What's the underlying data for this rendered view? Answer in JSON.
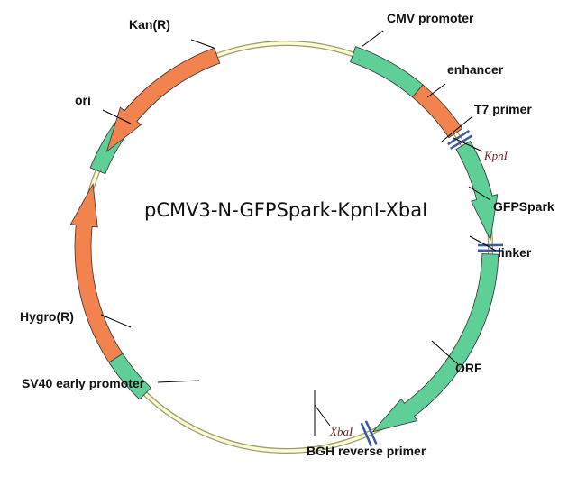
{
  "title": "pCMV3-N-GFPSpark-KpnI-XbaI",
  "colors": {
    "backbone_outer": "#9c9c6a",
    "backbone_inner": "#fdfbd6",
    "green_feature": "#5fcf98",
    "orange_feature": "#f2834f",
    "site_marker": "#3a5aa8"
  },
  "features": [
    {
      "id": "cmv",
      "label": "CMV promoter",
      "color": "green",
      "arrow": false
    },
    {
      "id": "enhancer",
      "label": "enhancer",
      "color": "orange",
      "arrow": false
    },
    {
      "id": "gfp",
      "label": "GFPSpark",
      "color": "green",
      "arrow": true
    },
    {
      "id": "orf",
      "label": "ORF",
      "color": "green",
      "arrow": true
    },
    {
      "id": "sv40",
      "label": "SV40 early promoter",
      "color": "green",
      "arrow": false
    },
    {
      "id": "hygro",
      "label": "Hygro(R)",
      "color": "orange",
      "arrow": true
    },
    {
      "id": "ori",
      "label": "ori",
      "color": "green",
      "arrow": false
    },
    {
      "id": "kan",
      "label": "Kan(R)",
      "color": "orange",
      "arrow": true
    }
  ],
  "sites": [
    {
      "id": "t7",
      "label": "T7 primer"
    },
    {
      "id": "linker",
      "label": "linker"
    },
    {
      "id": "bgh",
      "label": "BGH reverse primer"
    }
  ],
  "enzymes": [
    {
      "id": "kpn",
      "label": "KpnI"
    },
    {
      "id": "xba",
      "label": "XbaI"
    }
  ]
}
